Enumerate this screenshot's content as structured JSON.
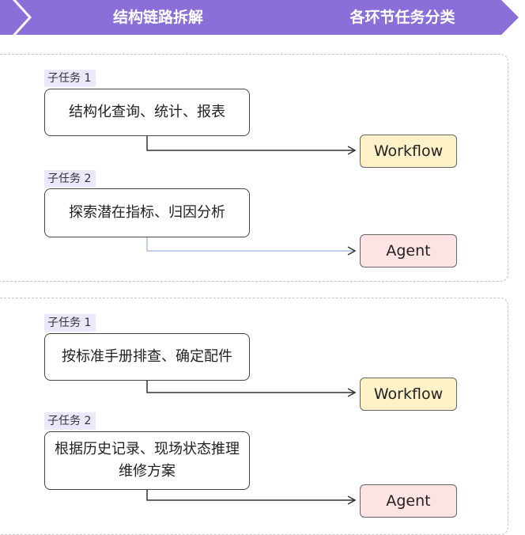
{
  "colors": {
    "banner": "#8b6fd9",
    "workflow_fill": "#fdf1c8",
    "agent_fill": "#fde3e3",
    "subtask_label_bg": "#ece7fb",
    "arrow_dark": "#333333",
    "arrow_light": "#aebfe0"
  },
  "header": {
    "left": "结构链路拆解",
    "right": "各环节任务分类"
  },
  "groups": [
    {
      "subtasks": [
        {
          "label": "子任务 1",
          "text": "结构化查询、统计、报表",
          "target": "Workflow"
        },
        {
          "label": "子任务 2",
          "text": "探索潜在指标、归因分析",
          "target": "Agent"
        }
      ]
    },
    {
      "subtasks": [
        {
          "label": "子任务 1",
          "text": "按标准手册排查、确定配件",
          "target": "Workflow"
        },
        {
          "label": "子任务 2",
          "text": "根据历史记录、现场状态推理维修方案",
          "target": "Agent"
        }
      ]
    }
  ]
}
